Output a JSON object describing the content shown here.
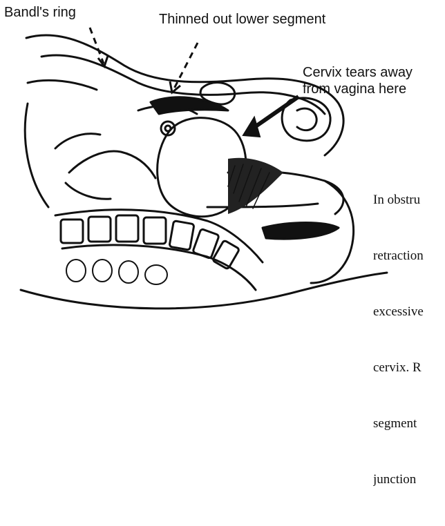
{
  "diagram": {
    "labels": {
      "bandls_ring": "Bandl's ring",
      "lower_segment": "Thinned out lower segment",
      "cervix_line1": "Cervix tears away",
      "cervix_line2": "from vagina here"
    },
    "caption_lines": [
      "In obstru",
      "retraction",
      "excessive",
      "cervix. R",
      "segment",
      "junction"
    ],
    "colors": {
      "ink": "#111111",
      "background": "#ffffff"
    }
  }
}
